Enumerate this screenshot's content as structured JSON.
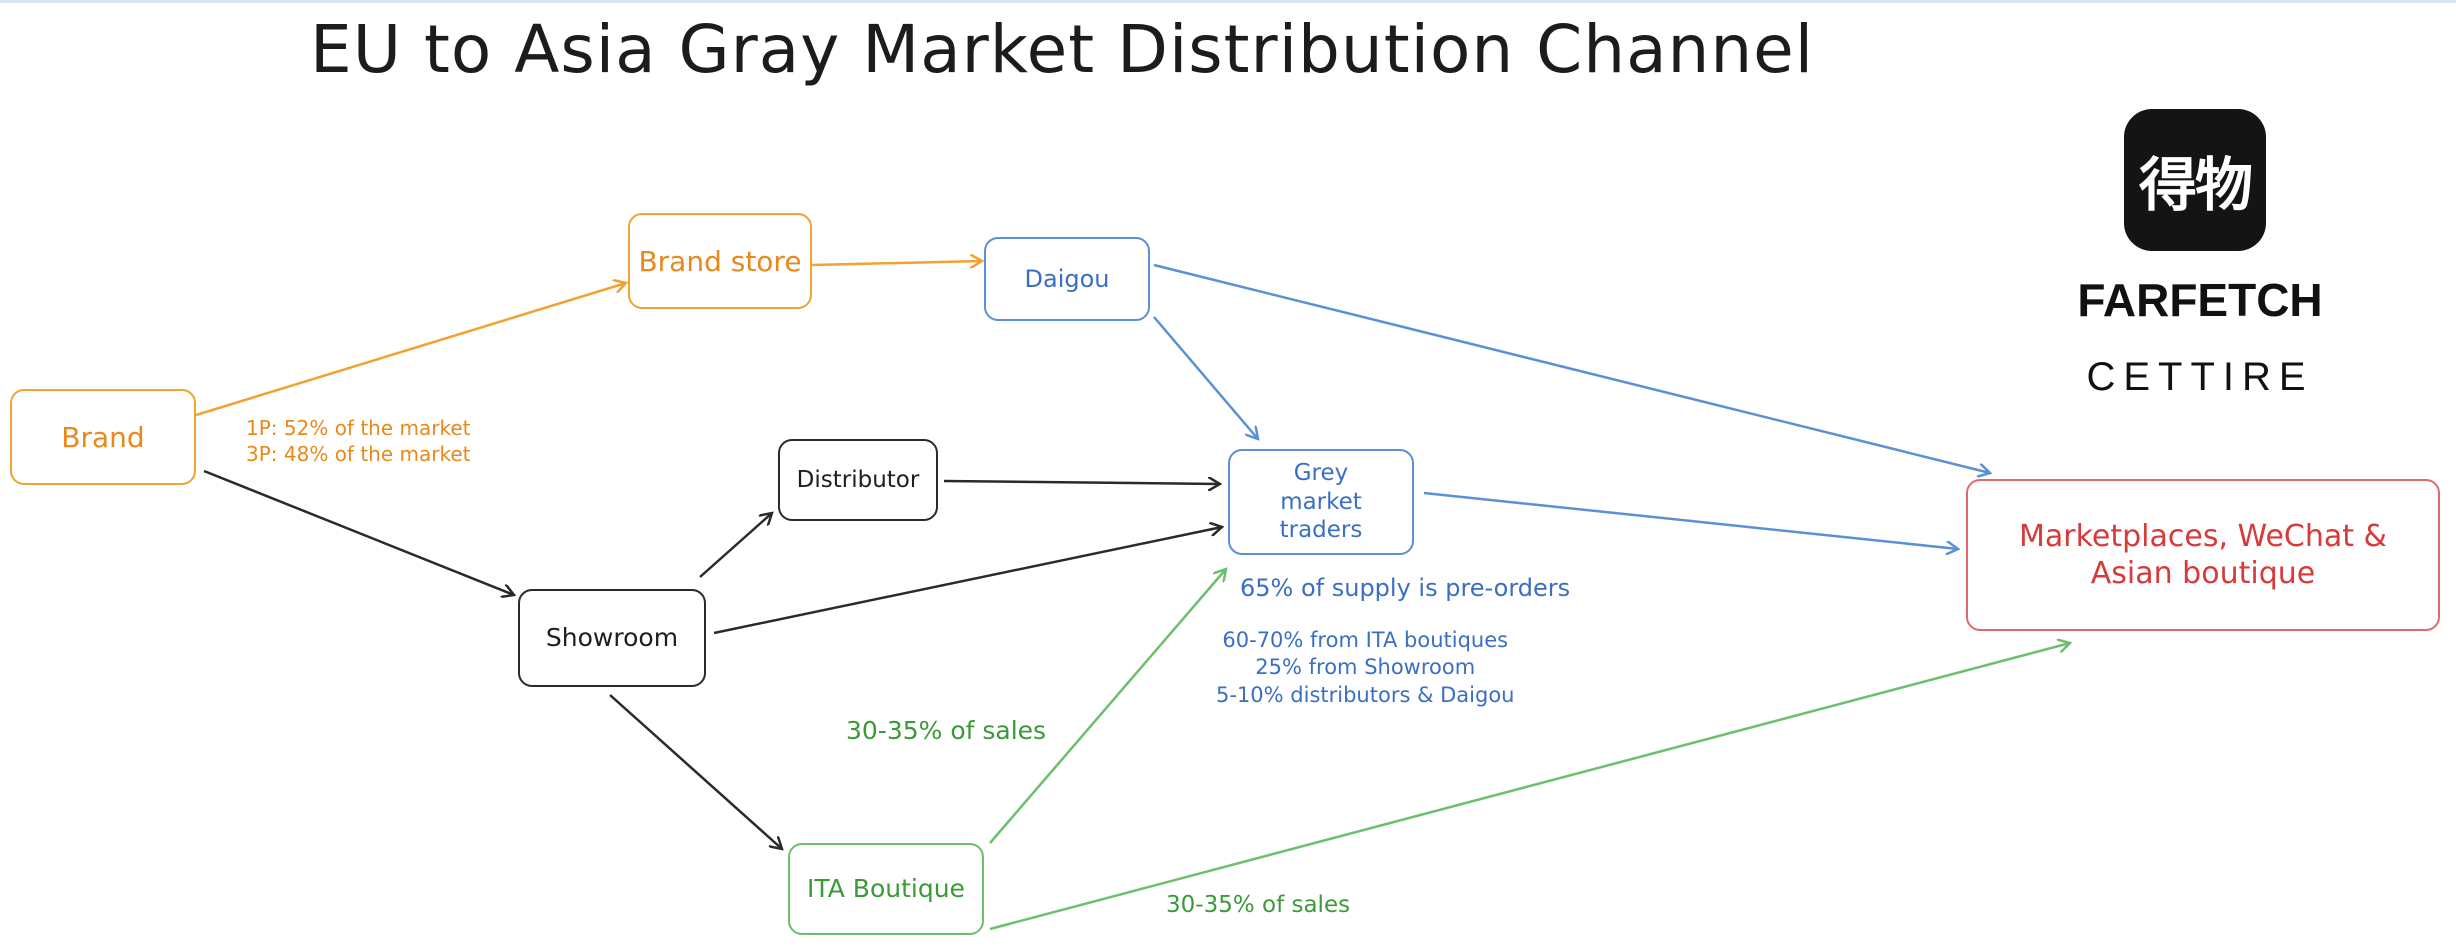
{
  "title": "EU to Asia Gray Market Distribution Channel",
  "nodes": {
    "brand": "Brand",
    "brand_store": "Brand store",
    "daigou": "Daigou",
    "distributor": "Distributor",
    "showroom": "Showroom",
    "grey_market_traders": "Grey market traders",
    "ita_boutique": "ITA Boutique",
    "marketplaces": "Marketplaces, WeChat & Asian boutique"
  },
  "annotations": {
    "brand_share_1p": "1P: 52% of the market",
    "brand_share_3p": "3P: 48% of the market",
    "preorders": "65% of supply is pre-orders",
    "supply_mix_1": "60-70% from ITA boutiques",
    "supply_mix_2": "25% from Showroom",
    "supply_mix_3": "5-10% distributors & Daigou",
    "sales_to_grey": "30-35% of sales",
    "sales_to_marketplaces": "30-35% of sales"
  },
  "logos": {
    "dewu": "得物",
    "farfetch": "FARFETCH",
    "cettire": "CETTIRE"
  },
  "colors": {
    "orange": "#f1a230",
    "blue": "#5b8fd6",
    "black": "#2a2a2a",
    "green": "#6cbf6c",
    "red": "#e06a6a"
  }
}
